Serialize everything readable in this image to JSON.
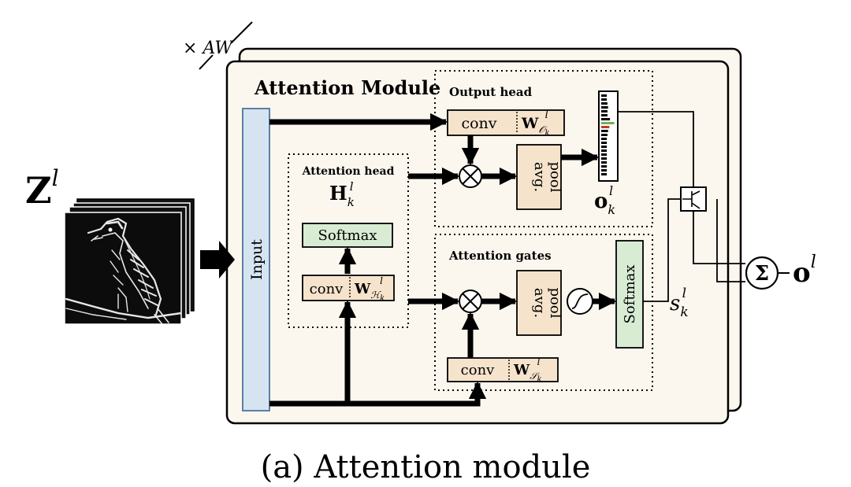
{
  "multiplier": "× AW",
  "module_title": "Attention Module",
  "input_label": "Input",
  "z_label": "Z",
  "z_sup": "l",
  "output_head": {
    "title": "Output head",
    "conv": "conv",
    "weight": "W",
    "weight_sub": "𝒪",
    "weight_subsub": "k",
    "weight_sup": "l",
    "pool": [
      "avg.",
      "pool"
    ],
    "out_label": "o",
    "out_sub": "k",
    "out_sup": "l"
  },
  "attention_head": {
    "title": "Attention head",
    "h_label": "H",
    "h_sub": "k",
    "h_sup": "l",
    "softmax": "Softmax",
    "conv": "conv",
    "weight": "W",
    "weight_sub": "ℋ",
    "weight_subsub": "k",
    "weight_sup": "l"
  },
  "attention_gates": {
    "title": "Attention gates",
    "conv": "conv",
    "weight": "W",
    "weight_sub": "𝒮",
    "weight_subsub": "k",
    "weight_sup": "l",
    "pool": [
      "avg.",
      "pool"
    ],
    "softmax": "Softmax",
    "s_label": "s",
    "s_sub": "k",
    "s_sup": "l"
  },
  "sum_symbol": "Σ",
  "output_label": "o",
  "output_sup": "l",
  "caption": "(a) Attention module",
  "colors": {
    "module_fill": "#fcf7ee",
    "input_fill": "#d6e4f2",
    "input_stroke": "#5b7fa6",
    "conv_fill": "#f6e3cc",
    "softmax_fill": "#d8ecd4",
    "bar_green": "#6fb05a",
    "bar_red": "#c0392b"
  },
  "output_bars": {
    "levels": [
      0.18,
      0.18,
      0.2,
      0.22,
      0.2,
      0.2,
      0.28,
      0.42,
      0.26,
      0.22,
      0.2,
      0.18,
      0.18,
      0.18,
      0.18,
      0.18,
      0.18,
      0.18,
      0.18,
      0.18,
      0.18
    ],
    "highlight_green": 7,
    "highlight_red": 8
  }
}
